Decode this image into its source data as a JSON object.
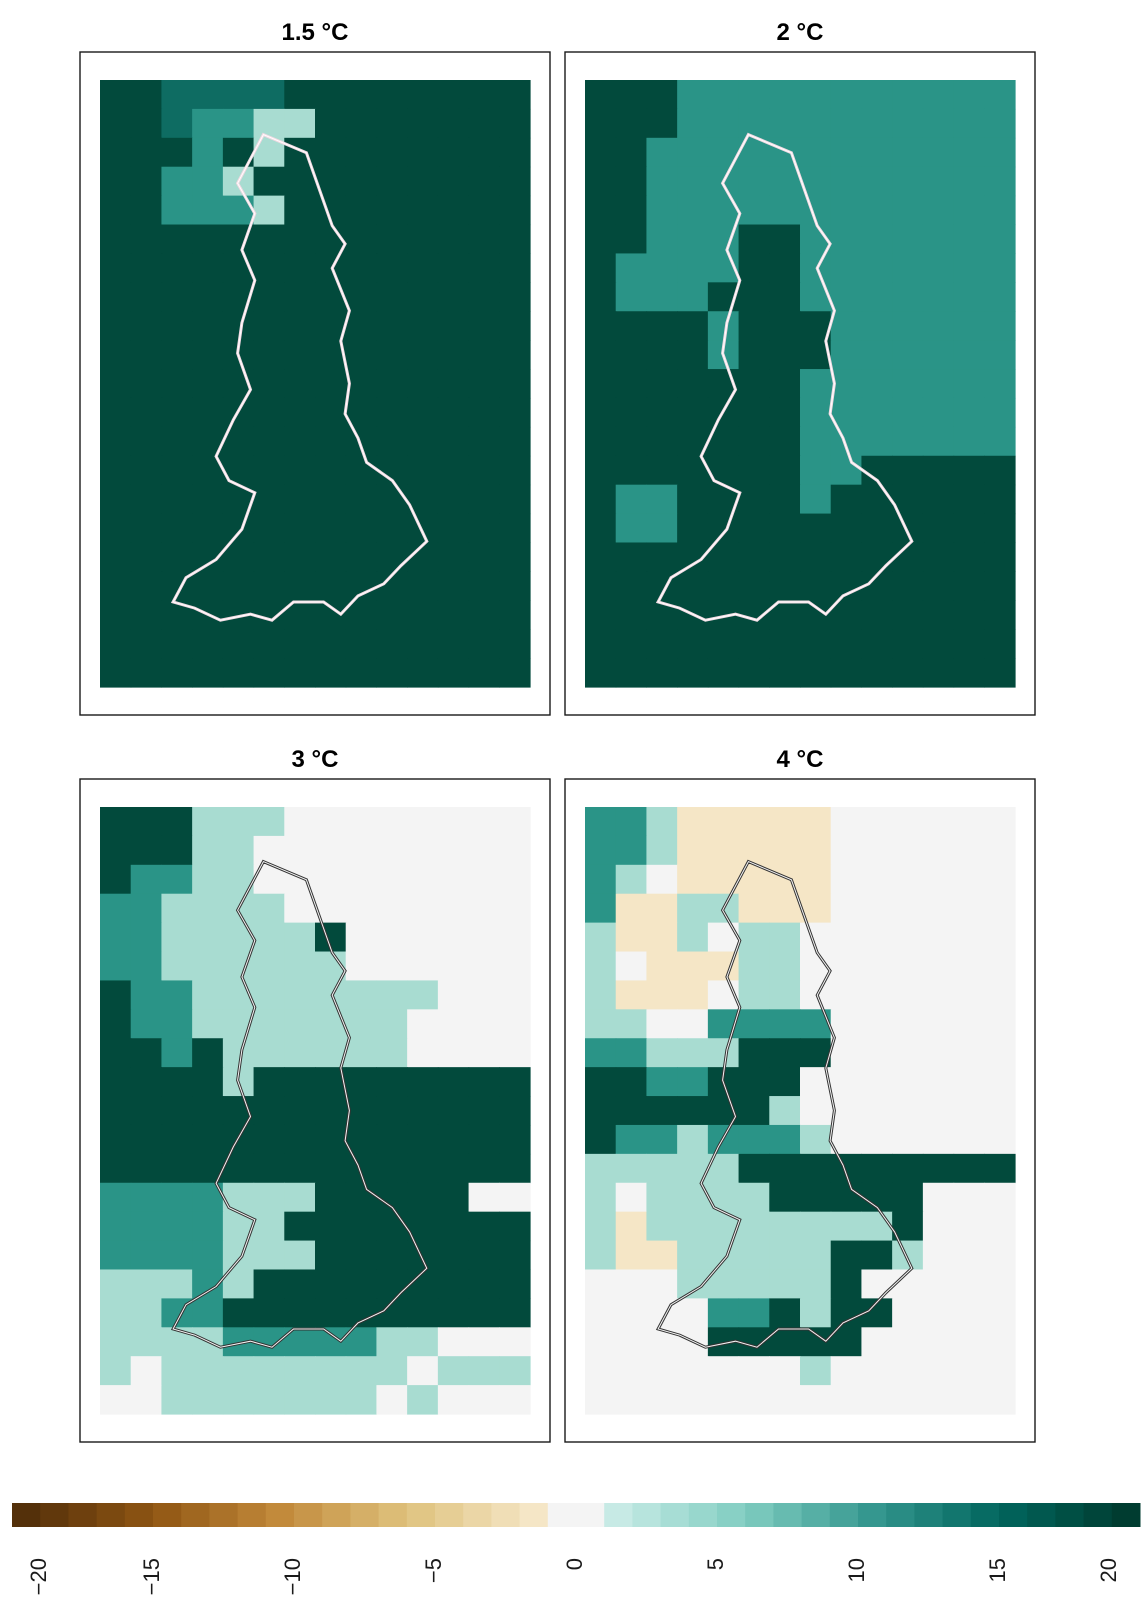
{
  "chart_data": {
    "type": "heatmap",
    "panels": [
      {
        "title": "1.5 °C",
        "rows": [
          "##4444########",
          "##43322#######",
          "###3#2########",
          "##332#########",
          "##3332########",
          "##############",
          "##############",
          "##############",
          "##############",
          "##############",
          "##############",
          "##############",
          "##############",
          "##############",
          "##############",
          "##############",
          "##############",
          "##############",
          "##############",
          "##############",
          "##############"
        ]
      },
      {
        "title": "2 °C",
        "rows": [
          "###33333333333",
          "###33333333333",
          "##333333333333",
          "##333333333333",
          "##333333333333",
          "##333##3333333",
          "#3333##3333333",
          "#333###3333333",
          "####3###333333",
          "####3###333333",
          "#######3333333",
          "#######3333333",
          "#######3333333",
          "#######33#####",
          "#33####3######",
          "#33###########",
          "##############",
          "##############",
          "##############",
          "##############",
          "##############"
        ]
      },
      {
        "title": "3 °C",
        "rows": [
          "###222........",
          "###22.........",
          "#3322.........",
          "332222........",
          "3322222#......",
          "33222222......",
          "#3322222222...",
          "#332222222....",
          "##3#222222....",
          "####2#########",
          "##############",
          "##############",
          "##############",
          "3333222#####..",
          "333322########",
          "3333222#######",
          "22232##########",
          "2233###########",
          "22223333322...",
          "2.22222222.222",
          "..2222222.2..."
        ]
      },
      {
        "title": "4 °C",
        "rows": [
          "332-----......",
          "332-----......",
          "32.-----......",
          "3--22---......",
          "2--2.22.......",
          "2.---22.......",
          "2---.22.......",
          "22..3333......",
          "33222###......",
          "##33###.......",
          "######2.......",
          "#3323332......",
          "22222#########",
          "2.2222#####...",
          "2-22222222#...",
          "2--22222##2...",
          "...22222#.....",
          "....33#2##....",
          "....#####.....",
          ".......2......",
          ".............."
        ]
      }
    ],
    "colorbar": {
      "ticks": [
        "−20",
        "−15",
        "−10",
        "−5",
        "0",
        "5",
        "10",
        "15",
        "20"
      ],
      "range": [
        -20,
        20
      ]
    }
  }
}
